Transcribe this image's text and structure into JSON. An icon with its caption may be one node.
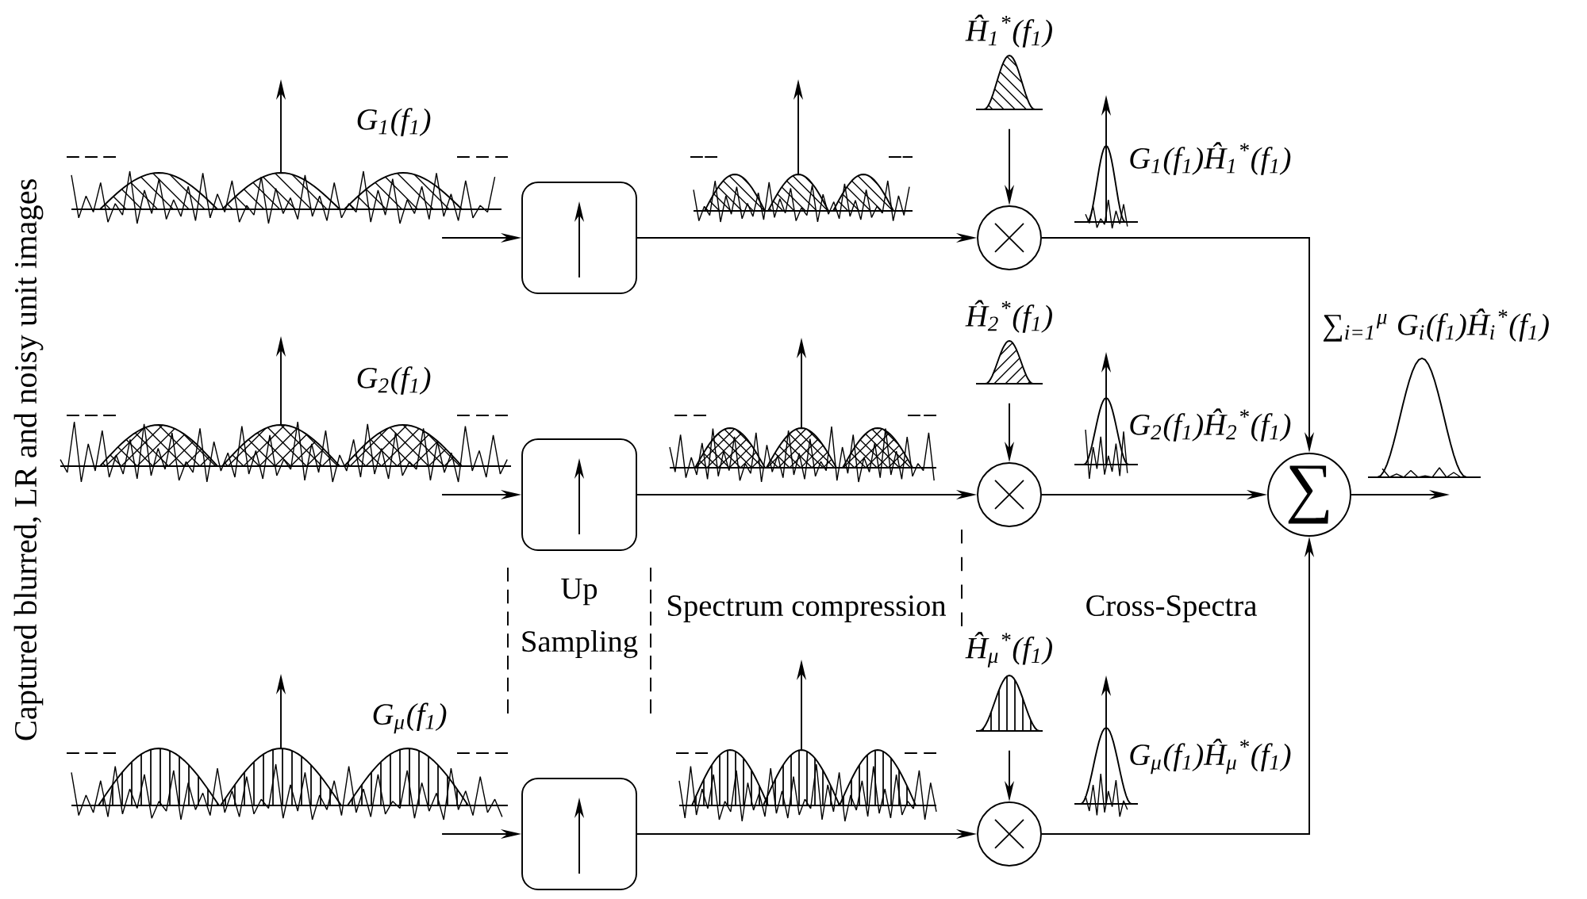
{
  "diagram": {
    "nodes": [
      {
        "text": [],
        "shape": "box"
      },
      {
        "text": [],
        "shape": "picture",
        "beside": [
          "Ĥ$_{1}$$^{*}$(f$_{1}$)"
        ]
      },
      {
        "text": [],
        "shape": "circle"
      },
      {
        "text": [],
        "shape": "box"
      },
      {
        "text": [],
        "shape": "picture",
        "beside": [
          "Ĥ$_{2}$$^{*}$(f$_{1}$)"
        ]
      },
      {
        "text": [],
        "shape": "circle"
      },
      {
        "text": [
          "∑"
        ]
      },
      {
        "text": [],
        "shape": "box"
      },
      {
        "text": [],
        "shape": "picture",
        "beside": [
          "Ĥ$_{μ}$$^{*}$(f$_{1}$)"
        ]
      },
      {
        "text": [],
        "shape": "circle"
      }
    ],
    "edges": [
      {
        "from": null,
        "to": 0,
        "arrow": "to"
      },
      {
        "from": 0,
        "to": 2,
        "arrow": "to"
      },
      {
        "from": 1,
        "to": 2,
        "arrow": "to"
      },
      {
        "from": 2,
        "to": 6,
        "arrow": "to"
      },
      {
        "from": null,
        "to": 3,
        "arrow": "to"
      },
      {
        "from": 3,
        "to": 5,
        "arrow": "to"
      },
      {
        "from": 4,
        "to": 5,
        "arrow": "to"
      },
      {
        "from": 5,
        "to": 6,
        "arrow": "to"
      },
      {
        "from": null,
        "to": 7,
        "arrow": "to"
      },
      {
        "from": 7,
        "to": 9,
        "arrow": "to"
      },
      {
        "from": 8,
        "to": 9,
        "arrow": "to"
      },
      {
        "from": 9,
        "to": 6,
        "arrow": "to"
      },
      {
        "from": 6,
        "to": null,
        "arrow": "to"
      }
    ],
    "labels": [
      "Captured blurred, LR and noisy unit images",
      "G$_{1}$(f$_{1}$)",
      "G$_{1}$(f$_{1}$)Ĥ$_{1}$$^{*}$(f$_{1}$)",
      "∑$_{i=1}$$^{μ}$ G$_{i}$(f$_{1}$)Ĥ$_{i}$$^{*}$(f$_{1}$)",
      "G$_{2}$(f$_{1}$)",
      "G$_{2}$(f$_{1}$)Ĥ$_{2}$$^{*}$(f$_{1}$)",
      "Up Sampling",
      "Spectrum compression",
      "Cross-Spectra",
      "G$_{μ}$(f$_{1}$)",
      "G$_{μ}$(f$_{1}$)Ĥ$_{μ}$$^{*}$(f$_{1}$)"
    ]
  }
}
